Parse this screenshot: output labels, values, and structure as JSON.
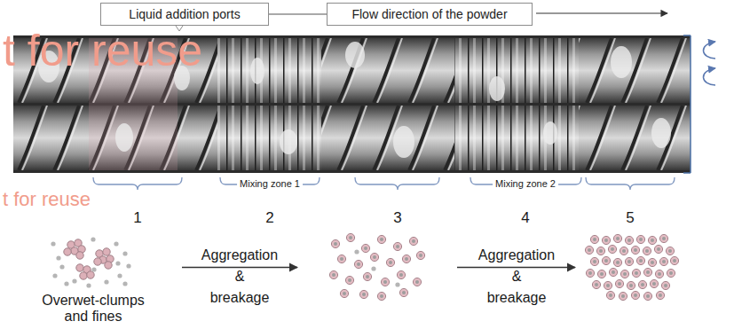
{
  "diagram": {
    "nodes": [
      {
        "text": [
          "Liquid addition ports"
        ]
      },
      {
        "text": [
          "Flow direction of the powder"
        ]
      }
    ],
    "edges": [
      {
        "from": 0,
        "to": 1,
        "arrow": "none"
      }
    ],
    "labels": [
      "t for reuse",
      "t for reuse",
      "Mixing zone 1",
      "Mixing zone 2",
      "1",
      "2",
      "3",
      "4",
      "5",
      "Aggregation & breakage",
      "Aggregation & breakage",
      "Overwet-clumps and fines"
    ]
  }
}
